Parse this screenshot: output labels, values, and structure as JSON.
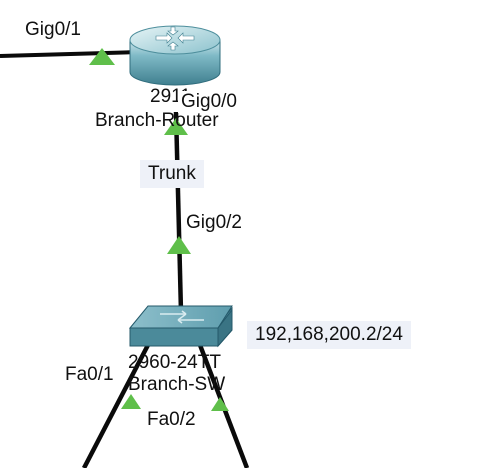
{
  "devices": {
    "router": {
      "model": "2911",
      "name": "Branch-Router",
      "port_up": "Gig0/1",
      "port_down": "Gig0/0"
    },
    "switch": {
      "model": "2960-24TT",
      "name": "Branch-SW",
      "port_up": "Gig0/2",
      "port_left": "Fa0/1",
      "port_right": "Fa0/2",
      "ip_label": "192,168,200.2/24"
    }
  },
  "links": {
    "router_switch_label": "Trunk"
  },
  "colors": {
    "link": "#0a0a0a",
    "port_up_indicator": "#5fbf4a",
    "router_body": "#5f9fae",
    "switch_body": "#4f8e9e",
    "label_box": "#eef1f8"
  },
  "icons": {
    "router": "router-icon",
    "switch": "switch-icon",
    "link_status": "triangle-up-icon"
  }
}
